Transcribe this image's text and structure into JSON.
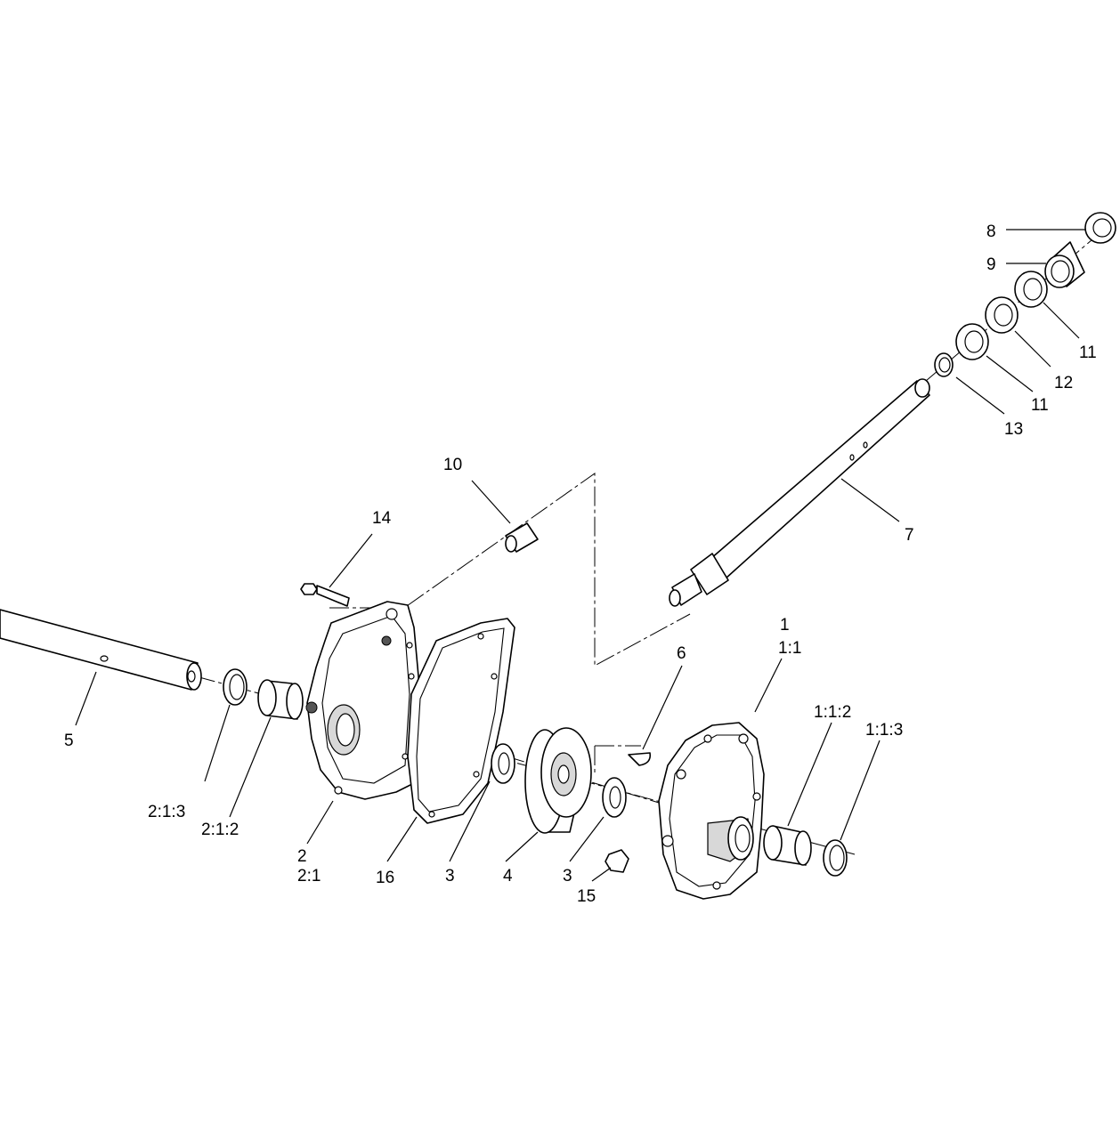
{
  "callouts": {
    "c1": "1",
    "c1_1": "1:1",
    "c1_1_2": "1:1:2",
    "c1_1_3": "1:1:3",
    "c2": "2",
    "c2_1": "2:1",
    "c2_1_2": "2:1:2",
    "c2_1_3": "2:1:3",
    "c3a": "3",
    "c3b": "3",
    "c4": "4",
    "c5": "5",
    "c6": "6",
    "c7": "7",
    "c8": "8",
    "c9": "9",
    "c10": "10",
    "c11a": "11",
    "c11b": "11",
    "c12": "12",
    "c13": "13",
    "c14": "14",
    "c15": "15",
    "c16": "16"
  }
}
